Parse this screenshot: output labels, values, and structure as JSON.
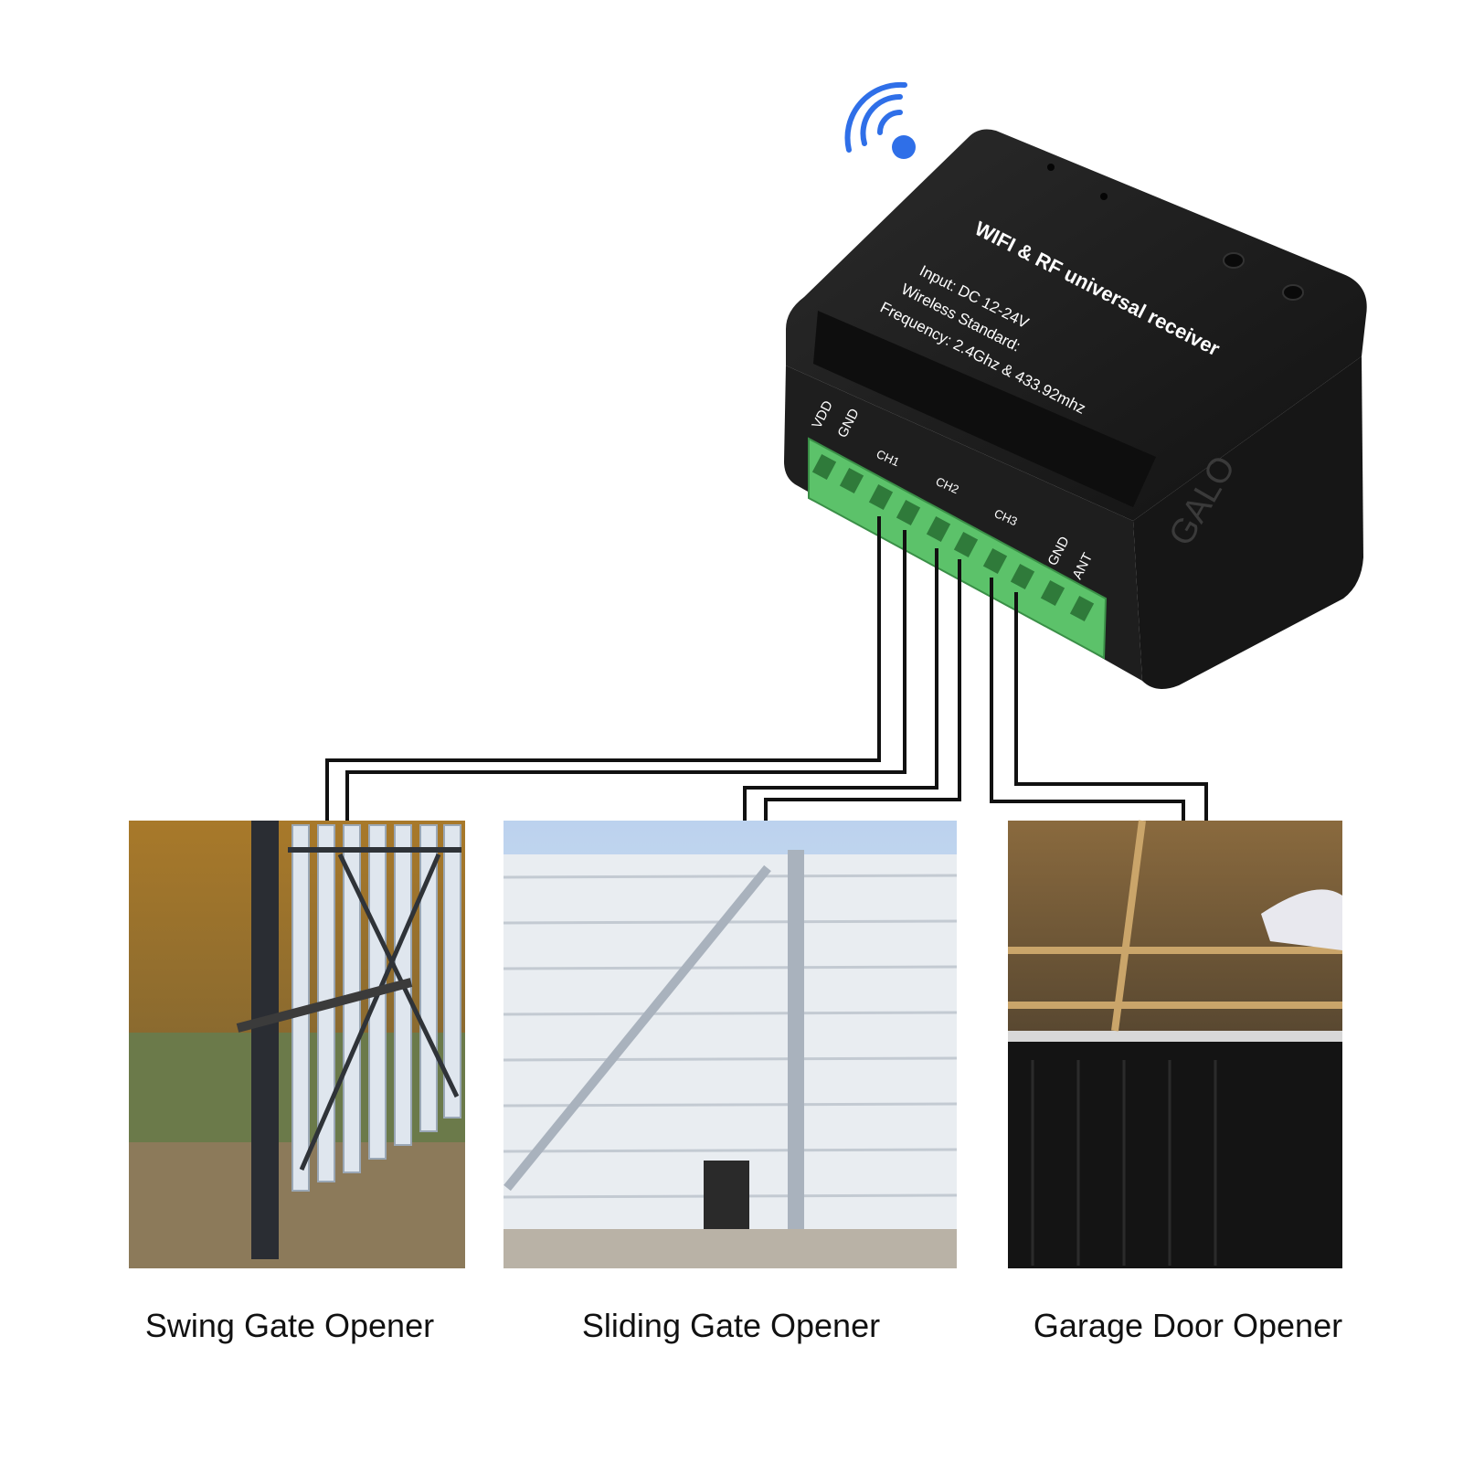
{
  "device": {
    "title": "WIFI & RF universal receiver",
    "input": "Input: DC 12-24V",
    "wireless_standard": "Wireless Standard:",
    "frequency": "Frequency: 2.4Ghz & 433.92mhz",
    "terminal_labels": [
      "VDD",
      "GND",
      "CH1",
      "CH2",
      "CH3",
      "GND",
      "ANT"
    ]
  },
  "watermark": "GALO",
  "applications": [
    {
      "label": "Swing Gate Opener"
    },
    {
      "label": "Sliding Gate Opener"
    },
    {
      "label": "Garage Door Opener"
    }
  ],
  "colors": {
    "device_body": "#1c1c1c",
    "terminal_block": "#5cc26a",
    "wifi_signal": "#2f6fe8",
    "wire": "#111111"
  }
}
